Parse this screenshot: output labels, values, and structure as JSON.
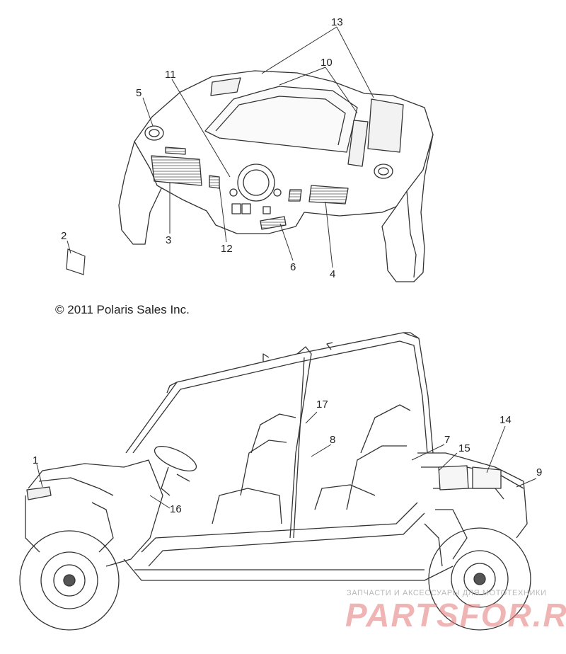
{
  "copyright": "© 2011 Polaris Sales Inc.",
  "watermark": {
    "caption": "ЗАПЧАСТИ И АКСЕССУАРЫ ДЛЯ МОТОТЕХНИКИ",
    "brand": "PARTSFOR.RU"
  },
  "callouts": {
    "c1": "1",
    "c2": "2",
    "c3": "3",
    "c4": "4",
    "c5": "5",
    "c6": "6",
    "c7": "7",
    "c8": "8",
    "c9": "9",
    "c10": "10",
    "c11": "11",
    "c12": "12",
    "c13": "13",
    "c14": "14",
    "c15": "15",
    "c16": "16",
    "c17": "17"
  },
  "colors": {
    "line": "#333333",
    "hatch": "#8a8a8a",
    "watermark": "#e07878"
  }
}
